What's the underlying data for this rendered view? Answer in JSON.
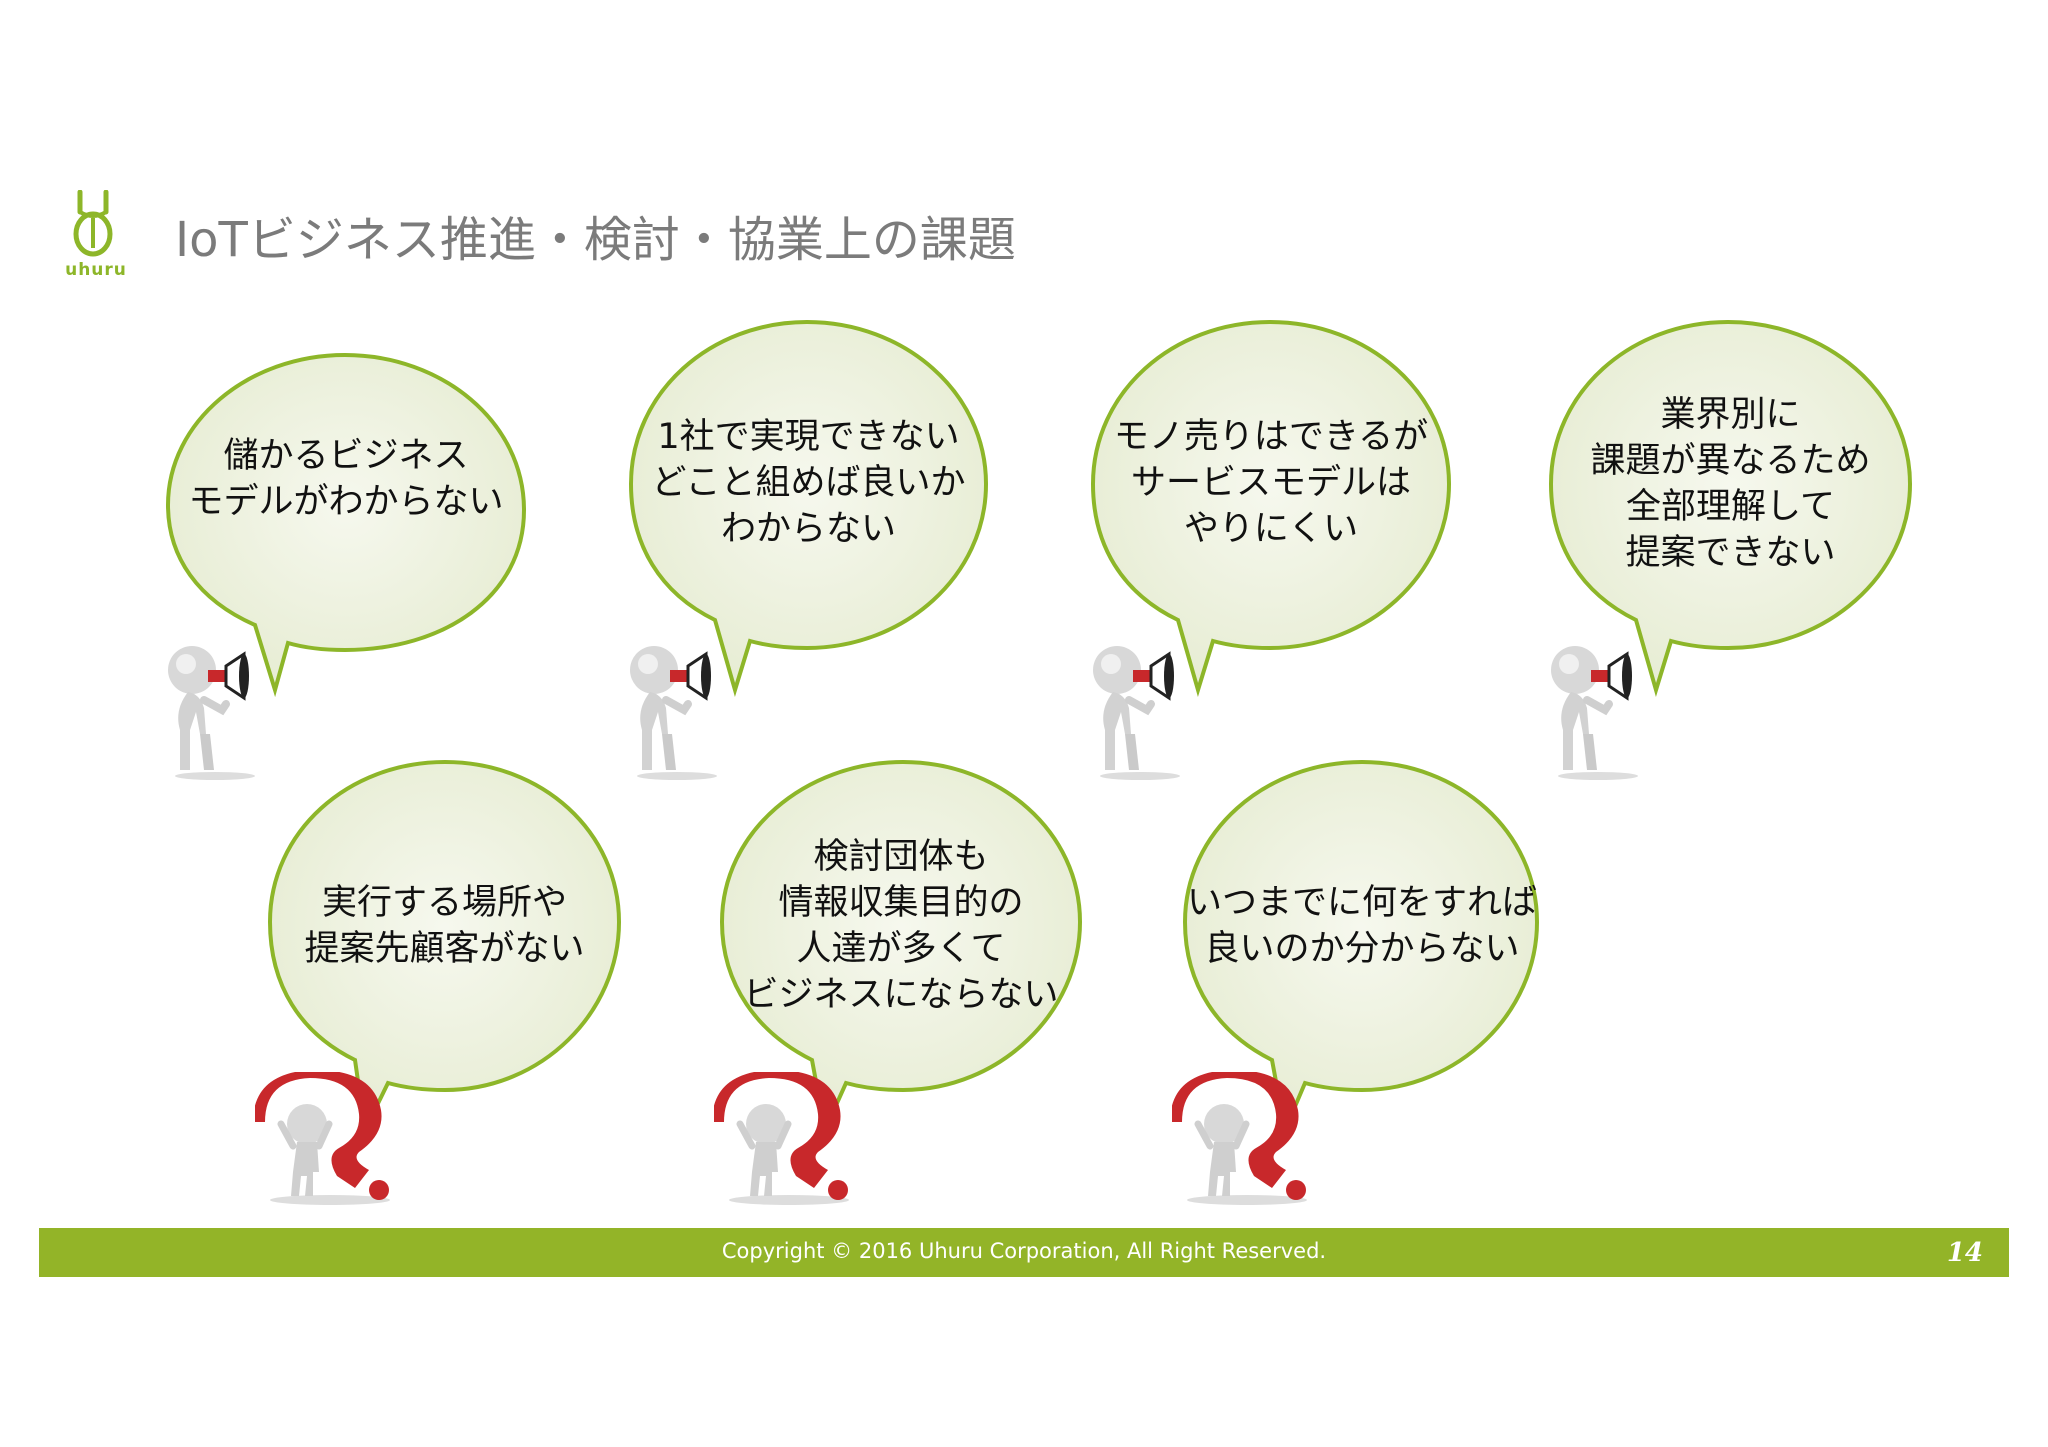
{
  "logo": {
    "text": "uhuru"
  },
  "title": "IoTビジネス推進・検討・協業上の課題",
  "bubbles": [
    {
      "text": "儲かるビジネス\nモデルがわからない",
      "figure": "megaphone"
    },
    {
      "text": "1社で実現できない\nどこと組めば良いか\nわからない",
      "figure": "megaphone"
    },
    {
      "text": "モノ売りはできるが\nサービスモデルは\nやりにくい",
      "figure": "megaphone"
    },
    {
      "text": "業界別に\n課題が異なるため\n全部理解して\n提案できない",
      "figure": "megaphone"
    },
    {
      "text": "実行する場所や\n提案先顧客がない",
      "figure": "question"
    },
    {
      "text": "検討団体も\n情報収集目的の\n人達が多くて\nビジネスにならない",
      "figure": "question"
    },
    {
      "text": "いつまでに何をすれば\n良いのか分からない",
      "figure": "question"
    }
  ],
  "footer": {
    "copyright": "Copyright © 2016 Uhuru Corporation, All Right Reserved.",
    "page_number": "14"
  },
  "colors": {
    "bubble_fill": "#eef2df",
    "bubble_stroke": "#8db629",
    "footer_bg": "#93b428",
    "title": "#7b7b7b",
    "accent_red": "#c8282b"
  }
}
